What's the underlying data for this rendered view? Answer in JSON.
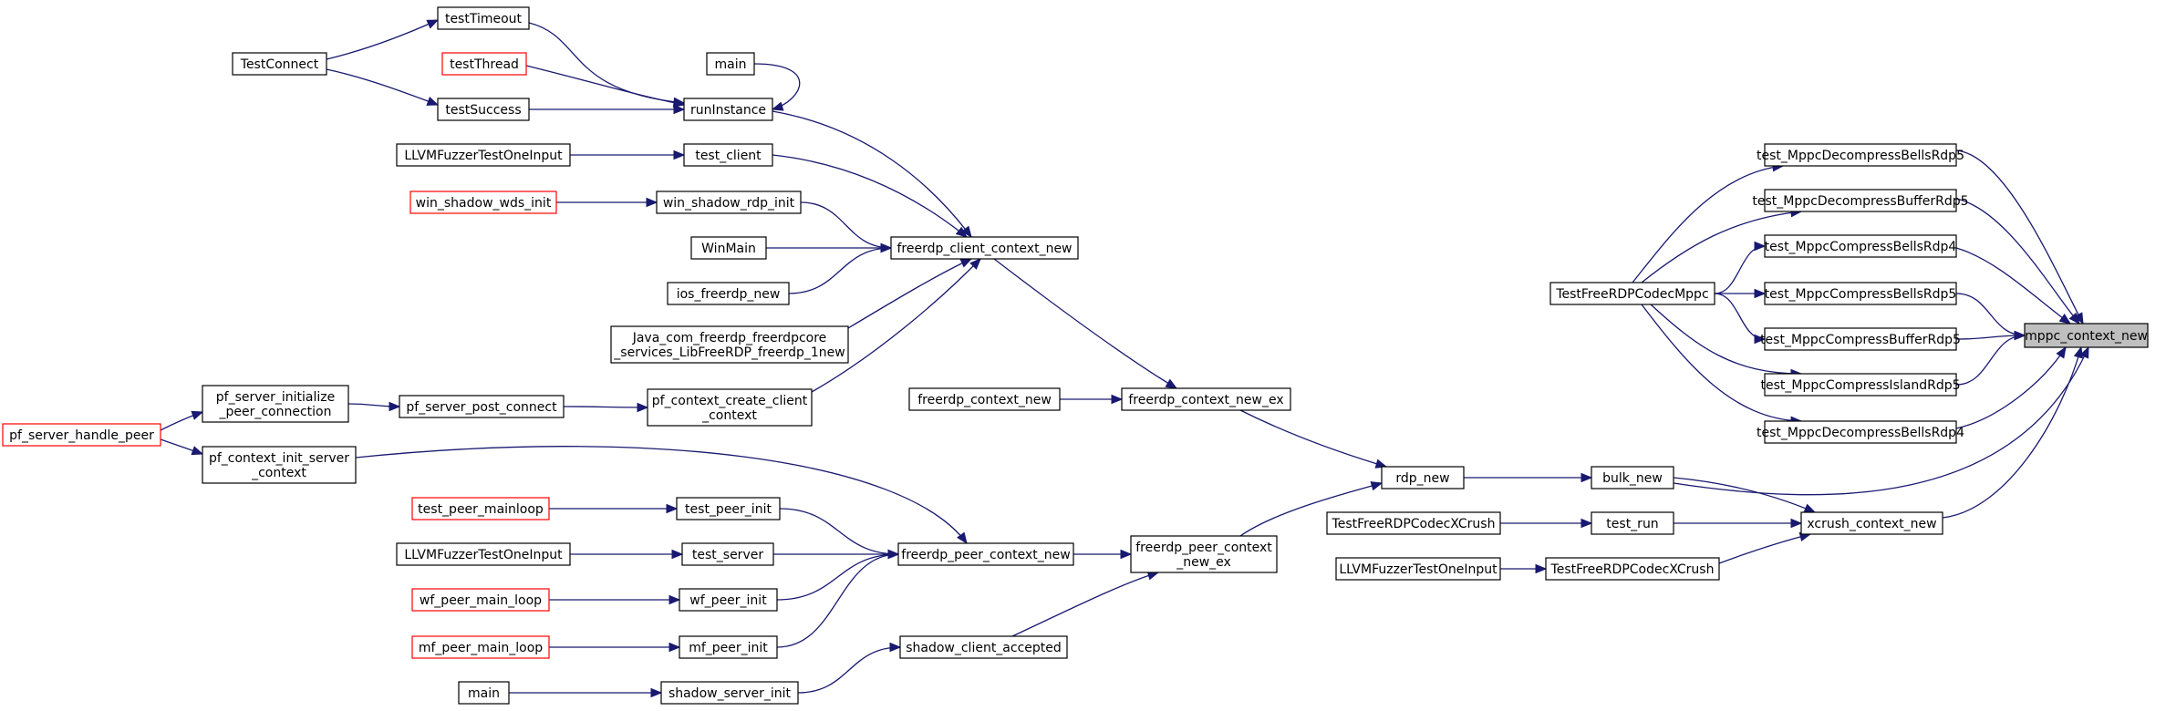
{
  "colors": {
    "edge": "#191970",
    "node_border": "#000000",
    "node_border_truncated": "#ff0000",
    "node_fill": "#ffffff",
    "target_fill": "#bfbfbf"
  },
  "nodes": [
    {
      "id": "mppc_context_new",
      "lines": [
        "mppc_context_new"
      ],
      "style": "target"
    },
    {
      "id": "test_MppcDecompressBellsRdp5",
      "lines": [
        "test_MppcDecompressBellsRdp5"
      ],
      "style": "normal"
    },
    {
      "id": "test_MppcDecompressBufferRdp5",
      "lines": [
        "test_MppcDecompressBufferRdp5"
      ],
      "style": "normal"
    },
    {
      "id": "test_MppcCompressBellsRdp4",
      "lines": [
        "test_MppcCompressBellsRdp4"
      ],
      "style": "normal"
    },
    {
      "id": "test_MppcCompressBellsRdp5",
      "lines": [
        "test_MppcCompressBellsRdp5"
      ],
      "style": "normal"
    },
    {
      "id": "test_MppcCompressBufferRdp5",
      "lines": [
        "test_MppcCompressBufferRdp5"
      ],
      "style": "normal"
    },
    {
      "id": "test_MppcCompressIslandRdp5",
      "lines": [
        "test_MppcCompressIslandRdp5"
      ],
      "style": "normal"
    },
    {
      "id": "test_MppcDecompressBellsRdp4",
      "lines": [
        "test_MppcDecompressBellsRdp4"
      ],
      "style": "normal"
    },
    {
      "id": "TestFreeRDPCodecMppc",
      "lines": [
        "TestFreeRDPCodecMppc"
      ],
      "style": "normal"
    },
    {
      "id": "xcrush_context_new",
      "lines": [
        "xcrush_context_new"
      ],
      "style": "normal"
    },
    {
      "id": "bulk_new",
      "lines": [
        "bulk_new"
      ],
      "style": "normal"
    },
    {
      "id": "test_run",
      "lines": [
        "test_run"
      ],
      "style": "normal"
    },
    {
      "id": "TestFreeRDPCodecXCrush",
      "lines": [
        "TestFreeRDPCodecXCrush"
      ],
      "style": "normal"
    },
    {
      "id": "TestFreeRDPCodecXCrush_caller",
      "lines": [
        "TestFreeRDPCodecXCrush"
      ],
      "style": "normal"
    },
    {
      "id": "LLVMFuzzer_xcrush",
      "lines": [
        "LLVMFuzzerTestOneInput"
      ],
      "style": "normal"
    },
    {
      "id": "rdp_new",
      "lines": [
        "rdp_new"
      ],
      "style": "normal"
    },
    {
      "id": "freerdp_context_new_ex",
      "lines": [
        "freerdp_context_new_ex"
      ],
      "style": "normal"
    },
    {
      "id": "freerdp_context_new",
      "lines": [
        "freerdp_context_new"
      ],
      "style": "normal"
    },
    {
      "id": "freerdp_peer_context_new_ex",
      "lines": [
        "freerdp_peer_context",
        "_new_ex"
      ],
      "style": "normal"
    },
    {
      "id": "freerdp_client_context_new",
      "lines": [
        "freerdp_client_context_new"
      ],
      "style": "normal"
    },
    {
      "id": "freerdp_peer_context_new",
      "lines": [
        "freerdp_peer_context_new"
      ],
      "style": "normal"
    },
    {
      "id": "shadow_client_accepted",
      "lines": [
        "shadow_client_accepted"
      ],
      "style": "normal"
    },
    {
      "id": "shadow_server_init",
      "lines": [
        "shadow_server_init"
      ],
      "style": "normal"
    },
    {
      "id": "main_shadow",
      "lines": [
        "main"
      ],
      "style": "normal"
    },
    {
      "id": "main_run",
      "lines": [
        "main"
      ],
      "style": "normal"
    },
    {
      "id": "runInstance",
      "lines": [
        "runInstance"
      ],
      "style": "normal"
    },
    {
      "id": "testTimeout",
      "lines": [
        "testTimeout"
      ],
      "style": "normal"
    },
    {
      "id": "testThread",
      "lines": [
        "testThread"
      ],
      "style": "truncated"
    },
    {
      "id": "testSuccess",
      "lines": [
        "testSuccess"
      ],
      "style": "normal"
    },
    {
      "id": "TestConnect",
      "lines": [
        "TestConnect"
      ],
      "style": "normal"
    },
    {
      "id": "test_client",
      "lines": [
        "test_client"
      ],
      "style": "normal"
    },
    {
      "id": "LLVMFuzzer_client",
      "lines": [
        "LLVMFuzzerTestOneInput"
      ],
      "style": "normal"
    },
    {
      "id": "win_shadow_rdp_init",
      "lines": [
        "win_shadow_rdp_init"
      ],
      "style": "normal"
    },
    {
      "id": "win_shadow_wds_init",
      "lines": [
        "win_shadow_wds_init"
      ],
      "style": "truncated"
    },
    {
      "id": "WinMain",
      "lines": [
        "WinMain"
      ],
      "style": "normal"
    },
    {
      "id": "ios_freerdp_new",
      "lines": [
        "ios_freerdp_new"
      ],
      "style": "normal"
    },
    {
      "id": "Java_freerdp_new",
      "lines": [
        "Java_com_freerdp_freerdpcore",
        "_services_LibFreeRDP_freerdp_1new"
      ],
      "style": "normal"
    },
    {
      "id": "pf_context_create_client_context",
      "lines": [
        "pf_context_create_client",
        "_context"
      ],
      "style": "normal"
    },
    {
      "id": "pf_server_post_connect",
      "lines": [
        "pf_server_post_connect"
      ],
      "style": "normal"
    },
    {
      "id": "pf_server_initialize_peer_connection",
      "lines": [
        "pf_server_initialize",
        "_peer_connection"
      ],
      "style": "normal"
    },
    {
      "id": "pf_server_handle_peer",
      "lines": [
        "pf_server_handle_peer"
      ],
      "style": "truncated"
    },
    {
      "id": "pf_context_init_server_context",
      "lines": [
        "pf_context_init_server",
        "_context"
      ],
      "style": "normal"
    },
    {
      "id": "test_peer_init",
      "lines": [
        "test_peer_init"
      ],
      "style": "normal"
    },
    {
      "id": "test_peer_mainloop",
      "lines": [
        "test_peer_mainloop"
      ],
      "style": "truncated"
    },
    {
      "id": "test_server",
      "lines": [
        "test_server"
      ],
      "style": "normal"
    },
    {
      "id": "LLVMFuzzer_server",
      "lines": [
        "LLVMFuzzerTestOneInput"
      ],
      "style": "normal"
    },
    {
      "id": "wf_peer_init",
      "lines": [
        "wf_peer_init"
      ],
      "style": "normal"
    },
    {
      "id": "wf_peer_main_loop",
      "lines": [
        "wf_peer_main_loop"
      ],
      "style": "truncated"
    },
    {
      "id": "mf_peer_init",
      "lines": [
        "mf_peer_init"
      ],
      "style": "normal"
    },
    {
      "id": "mf_peer_main_loop",
      "lines": [
        "mf_peer_main_loop"
      ],
      "style": "truncated"
    }
  ],
  "edges": [
    [
      "test_MppcDecompressBellsRdp5",
      "mppc_context_new"
    ],
    [
      "test_MppcDecompressBufferRdp5",
      "mppc_context_new"
    ],
    [
      "test_MppcCompressBellsRdp4",
      "mppc_context_new"
    ],
    [
      "test_MppcCompressBellsRdp5",
      "mppc_context_new"
    ],
    [
      "test_MppcCompressBufferRdp5",
      "mppc_context_new"
    ],
    [
      "test_MppcCompressIslandRdp5",
      "mppc_context_new"
    ],
    [
      "test_MppcDecompressBellsRdp4",
      "mppc_context_new"
    ],
    [
      "xcrush_context_new",
      "mppc_context_new"
    ],
    [
      "bulk_new",
      "mppc_context_new"
    ],
    [
      "TestFreeRDPCodecMppc",
      "test_MppcDecompressBellsRdp5"
    ],
    [
      "TestFreeRDPCodecMppc",
      "test_MppcDecompressBufferRdp5"
    ],
    [
      "TestFreeRDPCodecMppc",
      "test_MppcCompressBellsRdp4"
    ],
    [
      "TestFreeRDPCodecMppc",
      "test_MppcCompressBellsRdp5"
    ],
    [
      "TestFreeRDPCodecMppc",
      "test_MppcCompressBufferRdp5"
    ],
    [
      "TestFreeRDPCodecMppc",
      "test_MppcCompressIslandRdp5"
    ],
    [
      "TestFreeRDPCodecMppc",
      "test_MppcDecompressBellsRdp4"
    ],
    [
      "bulk_new",
      "xcrush_context_new"
    ],
    [
      "test_run",
      "xcrush_context_new"
    ],
    [
      "TestFreeRDPCodecXCrush",
      "xcrush_context_new"
    ],
    [
      "TestFreeRDPCodecXCrush_caller",
      "test_run"
    ],
    [
      "LLVMFuzzer_xcrush",
      "TestFreeRDPCodecXCrush"
    ],
    [
      "rdp_new",
      "bulk_new"
    ],
    [
      "freerdp_context_new_ex",
      "rdp_new"
    ],
    [
      "freerdp_peer_context_new_ex",
      "rdp_new"
    ],
    [
      "freerdp_context_new",
      "freerdp_context_new_ex"
    ],
    [
      "freerdp_client_context_new",
      "freerdp_context_new_ex"
    ],
    [
      "freerdp_peer_context_new",
      "freerdp_peer_context_new_ex"
    ],
    [
      "shadow_client_accepted",
      "freerdp_peer_context_new_ex"
    ],
    [
      "shadow_server_init",
      "shadow_client_accepted"
    ],
    [
      "main_shadow",
      "shadow_server_init"
    ],
    [
      "main_run",
      "runInstance"
    ],
    [
      "runInstance",
      "freerdp_client_context_new"
    ],
    [
      "testTimeout",
      "runInstance"
    ],
    [
      "testThread",
      "runInstance"
    ],
    [
      "testSuccess",
      "runInstance"
    ],
    [
      "TestConnect",
      "testTimeout"
    ],
    [
      "TestConnect",
      "testSuccess"
    ],
    [
      "test_client",
      "freerdp_client_context_new"
    ],
    [
      "LLVMFuzzer_client",
      "test_client"
    ],
    [
      "win_shadow_rdp_init",
      "freerdp_client_context_new"
    ],
    [
      "win_shadow_wds_init",
      "win_shadow_rdp_init"
    ],
    [
      "WinMain",
      "freerdp_client_context_new"
    ],
    [
      "ios_freerdp_new",
      "freerdp_client_context_new"
    ],
    [
      "Java_freerdp_new",
      "freerdp_client_context_new"
    ],
    [
      "pf_context_create_client_context",
      "freerdp_client_context_new"
    ],
    [
      "pf_server_post_connect",
      "pf_context_create_client_context"
    ],
    [
      "pf_server_initialize_peer_connection",
      "pf_server_post_connect"
    ],
    [
      "pf_server_handle_peer",
      "pf_server_initialize_peer_connection"
    ],
    [
      "pf_server_handle_peer",
      "pf_context_init_server_context"
    ],
    [
      "pf_context_init_server_context",
      "freerdp_peer_context_new"
    ],
    [
      "test_peer_init",
      "freerdp_peer_context_new"
    ],
    [
      "test_peer_mainloop",
      "test_peer_init"
    ],
    [
      "test_server",
      "freerdp_peer_context_new"
    ],
    [
      "LLVMFuzzer_server",
      "test_server"
    ],
    [
      "wf_peer_init",
      "freerdp_peer_context_new"
    ],
    [
      "wf_peer_main_loop",
      "wf_peer_init"
    ],
    [
      "mf_peer_init",
      "freerdp_peer_context_new"
    ],
    [
      "mf_peer_main_loop",
      "mf_peer_init"
    ]
  ]
}
